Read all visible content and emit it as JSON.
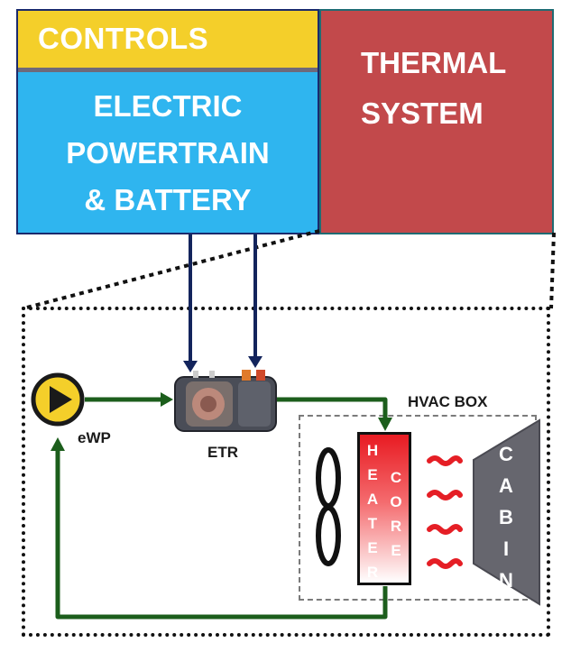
{
  "top": {
    "controls_label": "CONTROLS",
    "powertrain_lines": [
      "ELECTRIC",
      "POWERTRAIN",
      "& BATTERY"
    ],
    "thermal_lines": [
      "THERMAL",
      "SYSTEM"
    ]
  },
  "loop": {
    "pump_label": "eWP",
    "etr_label": "ETR",
    "hvac_label": "HVAC BOX",
    "heater_core_letters": {
      "left": [
        "H",
        "E",
        "A",
        "T",
        "E",
        "R"
      ],
      "right": [
        "C",
        "O",
        "R",
        "E"
      ]
    },
    "cabin_letters": [
      "C",
      "A",
      "B",
      "I",
      "N"
    ]
  },
  "colors": {
    "controls": "#f4cf2a",
    "powertrain": "#2fb5ef",
    "thermal": "#c2494b",
    "pipe": "#1c5e1c",
    "arrow": "#13245c",
    "heat_wave": "#e51e25",
    "cabin": "#66666e"
  }
}
